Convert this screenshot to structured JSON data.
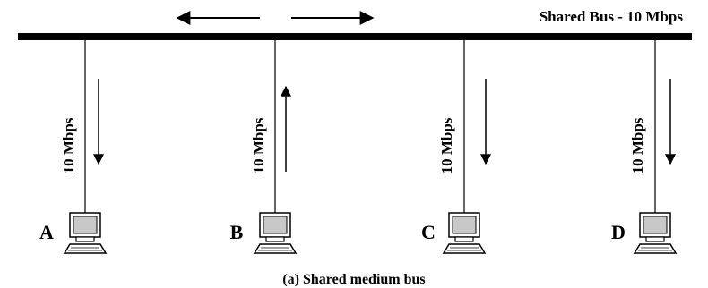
{
  "diagram": {
    "bus_label": "Shared Bus - 10 Mbps",
    "caption": "(a) Shared medium bus",
    "colors": {
      "line": "#000000",
      "screen": "#c8c8c8",
      "background": "#ffffff"
    },
    "nodes": [
      {
        "id": "A",
        "rate_label": "10 Mbps",
        "arrow": "down"
      },
      {
        "id": "B",
        "rate_label": "10 Mbps",
        "arrow": "up"
      },
      {
        "id": "C",
        "rate_label": "10 Mbps",
        "arrow": "down"
      },
      {
        "id": "D",
        "rate_label": "10 Mbps",
        "arrow": "down"
      }
    ],
    "bus_arrows": [
      "left",
      "right"
    ],
    "icon": "computer-icon"
  }
}
